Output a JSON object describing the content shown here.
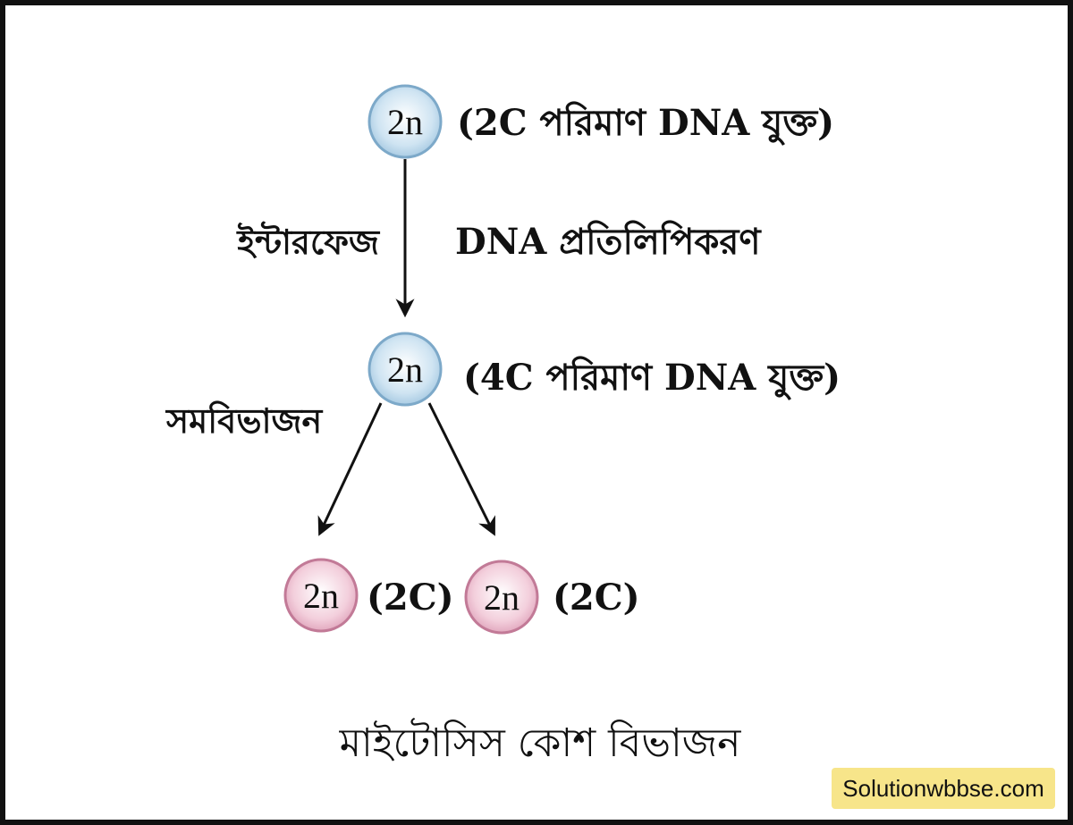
{
  "colors": {
    "parent_cell_fill": "#cfe4f2",
    "parent_cell_stroke": "#7da9c9",
    "daughter_cell_fill": "#f3cfdc",
    "daughter_cell_stroke": "#c27a97",
    "arrow": "#111111",
    "watermark_bg": "#f7e58a"
  },
  "cells": {
    "top": {
      "label": "2n",
      "note": "(2C পরিমাণ DNA যুক্ত)"
    },
    "middle": {
      "label": "2n",
      "note": "(4C পরিমাণ DNA যুক্ত)"
    },
    "daughter_left": {
      "label": "2n",
      "note": "(2C)"
    },
    "daughter_right": {
      "label": "2n",
      "note": "(2C)"
    }
  },
  "stages": {
    "interphase": "ইন্টারফেজ",
    "dna_replication": "DNA প্রতিলিপিকরণ",
    "mitosis": "সমবিভাজন"
  },
  "caption": "মাইটোসিস কোশ বিভাজন",
  "watermark": "Solutionwbbse.com"
}
